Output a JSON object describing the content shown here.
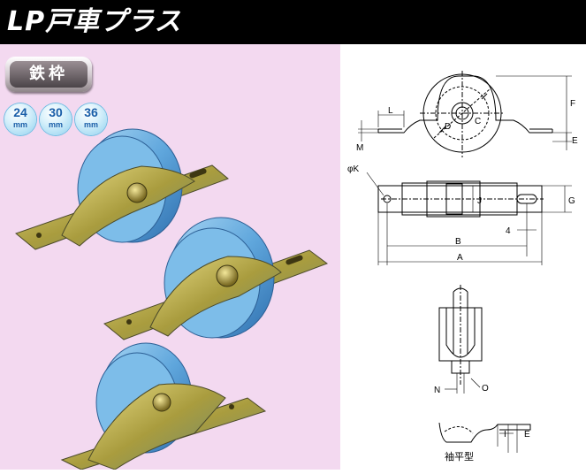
{
  "header": {
    "title": "LP戸車プラス"
  },
  "frame_badge": {
    "label": "鉄枠"
  },
  "sizes": [
    {
      "value": "24",
      "unit": "mm"
    },
    {
      "value": "30",
      "unit": "mm"
    },
    {
      "value": "36",
      "unit": "mm"
    }
  ],
  "diagram": {
    "dims": {
      "L": "L",
      "M": "M",
      "D": "D",
      "C": "C",
      "F": "F",
      "E": "E",
      "K": "φK",
      "J": "J",
      "G": "G",
      "four": "4",
      "B": "B",
      "A": "A",
      "N": "N",
      "O": "O",
      "I": "I",
      "E2": "E"
    },
    "caption": "袖平型"
  },
  "colors": {
    "wheel": "#6fb2e4",
    "frame": "#b8a848",
    "background": "#f3d9f0"
  }
}
